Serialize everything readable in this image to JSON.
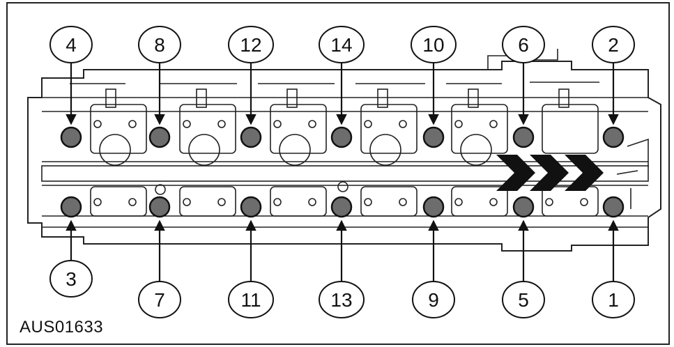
{
  "figure": {
    "id_label": "AUS01633"
  },
  "callouts": {
    "top": [
      "4",
      "8",
      "12",
      "14",
      "10",
      "6",
      "2"
    ],
    "bottom": [
      "3",
      "7",
      "11",
      "13",
      "9",
      "5",
      "1"
    ]
  },
  "colors": {
    "line": "#222222",
    "bolt_fill": "#6d6d6d",
    "direction_chevron": "#111111",
    "background": "#ffffff"
  },
  "icons": {
    "direction": "chevron-right-icon",
    "bolt": "bolt-head-icon"
  }
}
